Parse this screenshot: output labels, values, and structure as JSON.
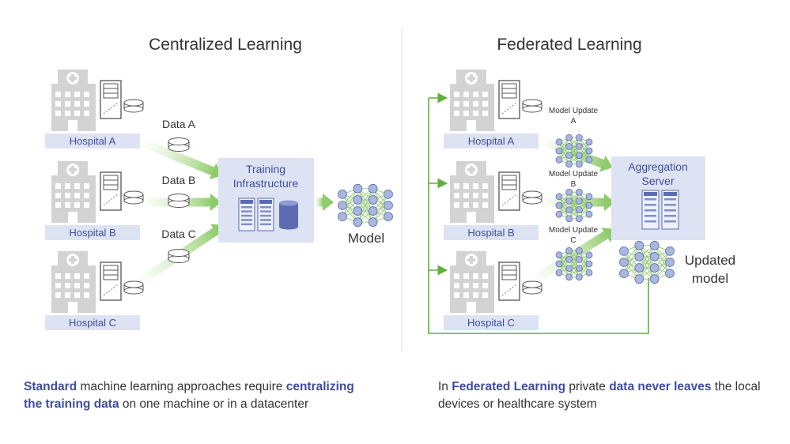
{
  "titles": {
    "centralized": "Centralized Learning",
    "federated": "Federated Learning"
  },
  "hospitals": [
    "Hospital A",
    "Hospital B",
    "Hospital C"
  ],
  "centralized": {
    "data_labels": [
      "Data A",
      "Data B",
      "Data C"
    ],
    "training_box": [
      "Training",
      "Infrastructure"
    ],
    "model_label": "Model"
  },
  "federated": {
    "update_labels": [
      [
        "Model Update",
        "A"
      ],
      [
        "Model Update",
        "B"
      ],
      [
        "Model Update",
        "C"
      ]
    ],
    "aggregation_box": [
      "Aggregation",
      "Server"
    ],
    "updated_model_label": [
      "Updated",
      "model"
    ]
  },
  "captions": {
    "left": {
      "p1": "Standard",
      "p2": " machine learning approaches require ",
      "p3": "centralizing the training data",
      "p4": " on one machine or in a datacenter"
    },
    "right": {
      "p1": "In ",
      "p2": "Federated Learning",
      "p3": " private ",
      "p4": "data never leaves",
      "p5": " the local devices or healthcare system"
    }
  },
  "colors": {
    "label_bg": "#dde3f3",
    "label_text": "#3f4d9e",
    "building": "#d3d3d3",
    "node_fill": "#a9b6dd",
    "node_stroke": "#5b6db0",
    "edge": "#8fcb6a",
    "feedback_line": "#5fb13a",
    "divider": "#dddddd"
  }
}
